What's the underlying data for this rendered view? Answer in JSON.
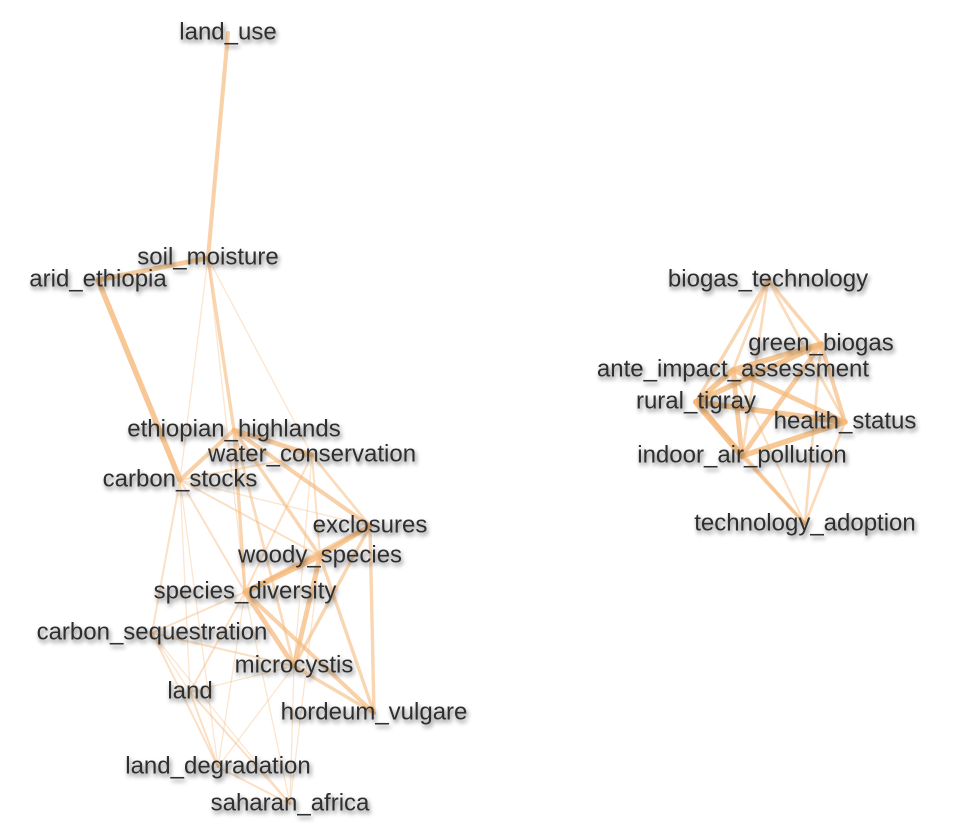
{
  "edge_color": "#f5b97a",
  "label_color": "#2f2f2f",
  "nodes": [
    {
      "id": "land_use",
      "label": "land_use"
    },
    {
      "id": "soil_moisture",
      "label": "soil_moisture"
    },
    {
      "id": "arid_ethiopia",
      "label": "arid_ethiopia"
    },
    {
      "id": "ethiopian_highlands",
      "label": "ethiopian_highlands"
    },
    {
      "id": "water_conservation",
      "label": "water_conservation"
    },
    {
      "id": "carbon_stocks",
      "label": "carbon_stocks"
    },
    {
      "id": "exclosures",
      "label": "exclosures"
    },
    {
      "id": "woody_species",
      "label": "woody_species"
    },
    {
      "id": "species_diversity",
      "label": "species_diversity"
    },
    {
      "id": "carbon_sequestration",
      "label": "carbon_sequestration"
    },
    {
      "id": "microcystis",
      "label": "microcystis"
    },
    {
      "id": "land",
      "label": "land"
    },
    {
      "id": "hordeum_vulgare",
      "label": "hordeum_vulgare"
    },
    {
      "id": "land_degradation",
      "label": "land_degradation"
    },
    {
      "id": "saharan_africa",
      "label": "saharan_africa"
    },
    {
      "id": "biogas_technology",
      "label": "biogas_technology"
    },
    {
      "id": "green_biogas",
      "label": "green_biogas"
    },
    {
      "id": "ante_impact_assessment",
      "label": "ante_impact_assessment"
    },
    {
      "id": "rural_tigray",
      "label": "rural_tigray"
    },
    {
      "id": "health_status",
      "label": "health_status"
    },
    {
      "id": "indoor_air_pollution",
      "label": "indoor_air_pollution"
    },
    {
      "id": "technology_adoption",
      "label": "technology_adoption"
    }
  ],
  "edges": [
    {
      "source": "land_use",
      "target": "soil_moisture",
      "weight": 5
    },
    {
      "source": "soil_moisture",
      "target": "arid_ethiopia",
      "weight": 6
    },
    {
      "source": "arid_ethiopia",
      "target": "carbon_stocks",
      "weight": 7
    },
    {
      "source": "soil_moisture",
      "target": "ethiopian_highlands",
      "weight": 4
    },
    {
      "source": "soil_moisture",
      "target": "water_conservation",
      "weight": 1
    },
    {
      "source": "soil_moisture",
      "target": "carbon_stocks",
      "weight": 1
    },
    {
      "source": "soil_moisture",
      "target": "species_diversity",
      "weight": 1
    },
    {
      "source": "ethiopian_highlands",
      "target": "water_conservation",
      "weight": 6
    },
    {
      "source": "ethiopian_highlands",
      "target": "carbon_stocks",
      "weight": 5
    },
    {
      "source": "ethiopian_highlands",
      "target": "exclosures",
      "weight": 5
    },
    {
      "source": "ethiopian_highlands",
      "target": "woody_species",
      "weight": 4
    },
    {
      "source": "ethiopian_highlands",
      "target": "species_diversity",
      "weight": 4
    },
    {
      "source": "ethiopian_highlands",
      "target": "microcystis",
      "weight": 3
    },
    {
      "source": "water_conservation",
      "target": "exclosures",
      "weight": 3
    },
    {
      "source": "water_conservation",
      "target": "woody_species",
      "weight": 2
    },
    {
      "source": "water_conservation",
      "target": "species_diversity",
      "weight": 2
    },
    {
      "source": "water_conservation",
      "target": "microcystis",
      "weight": 1
    },
    {
      "source": "water_conservation",
      "target": "carbon_stocks",
      "weight": 2
    },
    {
      "source": "carbon_stocks",
      "target": "carbon_sequestration",
      "weight": 2
    },
    {
      "source": "carbon_stocks",
      "target": "land",
      "weight": 1
    },
    {
      "source": "carbon_stocks",
      "target": "species_diversity",
      "weight": 2
    },
    {
      "source": "carbon_stocks",
      "target": "woody_species",
      "weight": 2
    },
    {
      "source": "carbon_stocks",
      "target": "land_degradation",
      "weight": 1
    },
    {
      "source": "carbon_stocks",
      "target": "exclosures",
      "weight": 1
    },
    {
      "source": "exclosures",
      "target": "woody_species",
      "weight": 6
    },
    {
      "source": "exclosures",
      "target": "species_diversity",
      "weight": 5
    },
    {
      "source": "exclosures",
      "target": "microcystis",
      "weight": 4
    },
    {
      "source": "exclosures",
      "target": "hordeum_vulgare",
      "weight": 4
    },
    {
      "source": "woody_species",
      "target": "species_diversity",
      "weight": 7
    },
    {
      "source": "woody_species",
      "target": "microcystis",
      "weight": 6
    },
    {
      "source": "woody_species",
      "target": "hordeum_vulgare",
      "weight": 4
    },
    {
      "source": "species_diversity",
      "target": "microcystis",
      "weight": 6
    },
    {
      "source": "species_diversity",
      "target": "carbon_sequestration",
      "weight": 2
    },
    {
      "source": "species_diversity",
      "target": "land",
      "weight": 2
    },
    {
      "source": "species_diversity",
      "target": "hordeum_vulgare",
      "weight": 5
    },
    {
      "source": "species_diversity",
      "target": "land_degradation",
      "weight": 1
    },
    {
      "source": "microcystis",
      "target": "hordeum_vulgare",
      "weight": 4
    },
    {
      "source": "microcystis",
      "target": "carbon_sequestration",
      "weight": 2
    },
    {
      "source": "microcystis",
      "target": "land",
      "weight": 1
    },
    {
      "source": "microcystis",
      "target": "land_degradation",
      "weight": 1
    },
    {
      "source": "microcystis",
      "target": "saharan_africa",
      "weight": 1
    },
    {
      "source": "carbon_sequestration",
      "target": "land",
      "weight": 1
    },
    {
      "source": "carbon_sequestration",
      "target": "land_degradation",
      "weight": 2
    },
    {
      "source": "carbon_sequestration",
      "target": "saharan_africa",
      "weight": 1
    },
    {
      "source": "land",
      "target": "land_degradation",
      "weight": 2
    },
    {
      "source": "land",
      "target": "saharan_africa",
      "weight": 2
    },
    {
      "source": "land_degradation",
      "target": "saharan_africa",
      "weight": 2
    },
    {
      "source": "woody_species",
      "target": "saharan_africa",
      "weight": 1
    },
    {
      "source": "species_diversity",
      "target": "saharan_africa",
      "weight": 1
    },
    {
      "source": "biogas_technology",
      "target": "green_biogas",
      "weight": 4
    },
    {
      "source": "biogas_technology",
      "target": "ante_impact_assessment",
      "weight": 3
    },
    {
      "source": "biogas_technology",
      "target": "rural_tigray",
      "weight": 4
    },
    {
      "source": "biogas_technology",
      "target": "health_status",
      "weight": 3
    },
    {
      "source": "biogas_technology",
      "target": "indoor_air_pollution",
      "weight": 3
    },
    {
      "source": "green_biogas",
      "target": "ante_impact_assessment",
      "weight": 7
    },
    {
      "source": "green_biogas",
      "target": "rural_tigray",
      "weight": 7
    },
    {
      "source": "green_biogas",
      "target": "health_status",
      "weight": 5
    },
    {
      "source": "green_biogas",
      "target": "indoor_air_pollution",
      "weight": 6
    },
    {
      "source": "ante_impact_assessment",
      "target": "rural_tigray",
      "weight": 7
    },
    {
      "source": "ante_impact_assessment",
      "target": "health_status",
      "weight": 6
    },
    {
      "source": "ante_impact_assessment",
      "target": "indoor_air_pollution",
      "weight": 6
    },
    {
      "source": "rural_tigray",
      "target": "health_status",
      "weight": 7
    },
    {
      "source": "rural_tigray",
      "target": "indoor_air_pollution",
      "weight": 8
    },
    {
      "source": "health_status",
      "target": "indoor_air_pollution",
      "weight": 7
    },
    {
      "source": "technology_adoption",
      "target": "rural_tigray",
      "weight": 4
    },
    {
      "source": "technology_adoption",
      "target": "indoor_air_pollution",
      "weight": 4
    },
    {
      "source": "technology_adoption",
      "target": "health_status",
      "weight": 3
    },
    {
      "source": "technology_adoption",
      "target": "green_biogas",
      "weight": 3
    },
    {
      "source": "technology_adoption",
      "target": "ante_impact_assessment",
      "weight": 2
    }
  ]
}
